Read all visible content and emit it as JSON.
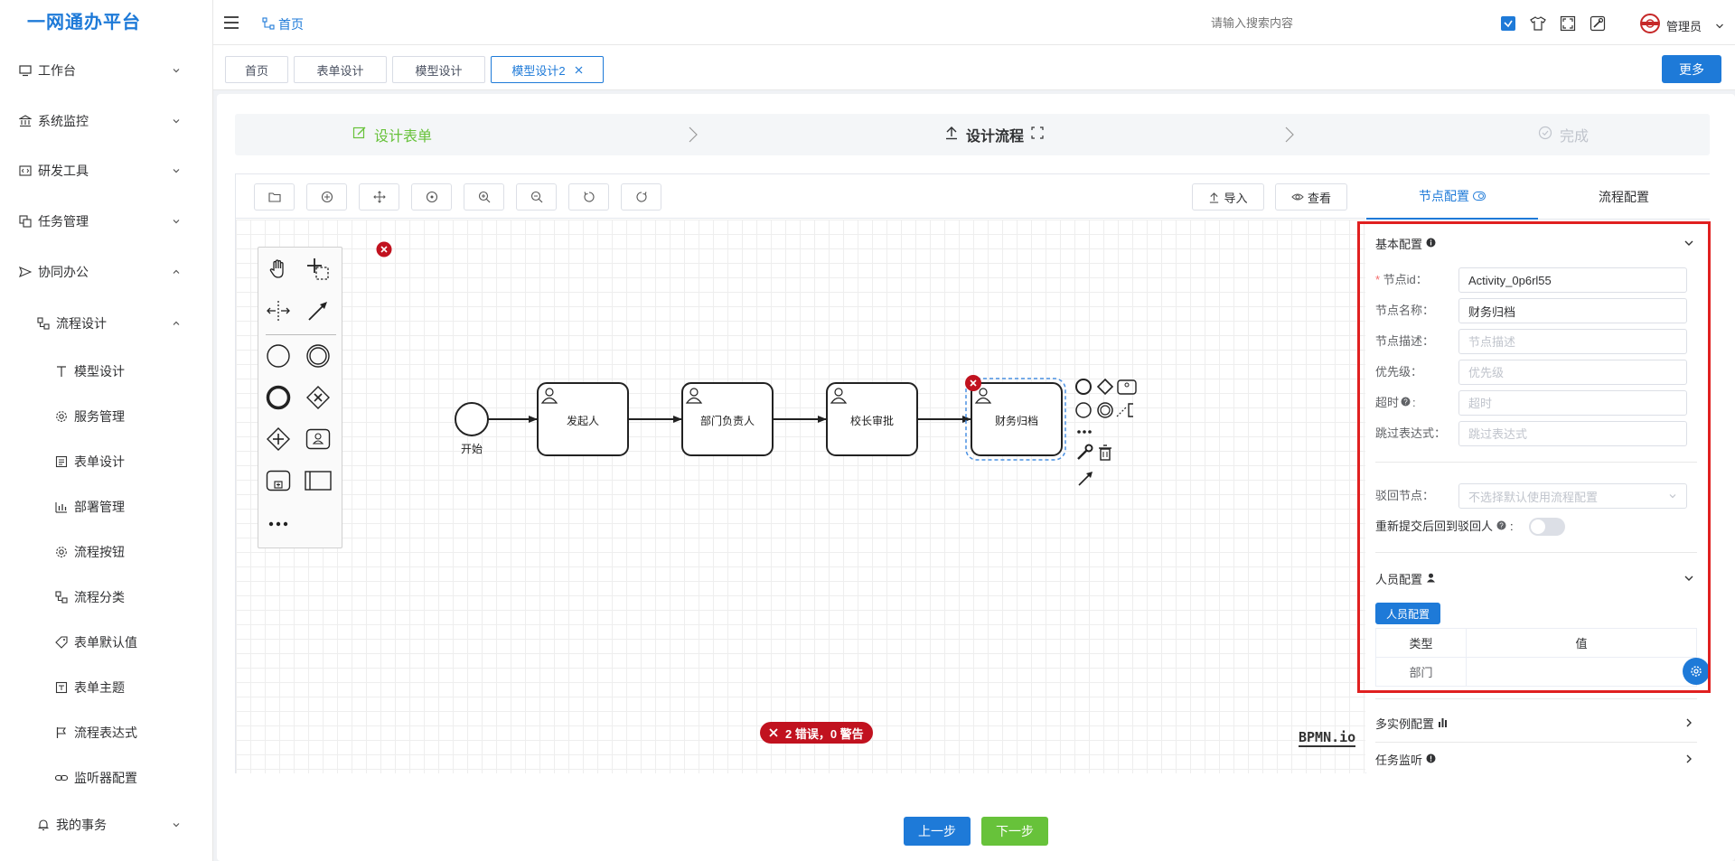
{
  "app": {
    "title": "一网通办平台"
  },
  "header": {
    "breadcrumb": "首页",
    "search_placeholder": "请输入搜索内容",
    "user_name": "管理员"
  },
  "sidebar": {
    "items": [
      {
        "label": "工作台",
        "icon": "monitor-icon"
      },
      {
        "label": "系统监控",
        "icon": "bank-icon"
      },
      {
        "label": "研发工具",
        "icon": "code-icon"
      },
      {
        "label": "任务管理",
        "icon": "copy-icon"
      },
      {
        "label": "协同办公",
        "icon": "send-icon"
      },
      {
        "label": "流程设计",
        "icon": "flow-icon"
      },
      {
        "label": "模型设计",
        "icon": "text-icon"
      },
      {
        "label": "服务管理",
        "icon": "gear-icon"
      },
      {
        "label": "表单设计",
        "icon": "form-icon"
      },
      {
        "label": "部署管理",
        "icon": "bar-chart-icon"
      },
      {
        "label": "流程按钮",
        "icon": "gear-icon"
      },
      {
        "label": "流程分类",
        "icon": "flow-icon"
      },
      {
        "label": "表单默认值",
        "icon": "tag-icon"
      },
      {
        "label": "表单主题",
        "icon": "theme-icon"
      },
      {
        "label": "流程表达式",
        "icon": "flag-icon"
      },
      {
        "label": "监听器配置",
        "icon": "link-icon"
      },
      {
        "label": "我的事务",
        "icon": "bell-icon"
      }
    ]
  },
  "tabs": {
    "items": [
      {
        "label": "首页"
      },
      {
        "label": "表单设计"
      },
      {
        "label": "模型设计"
      },
      {
        "label": "模型设计2"
      }
    ],
    "more_label": "更多"
  },
  "steps": {
    "items": [
      {
        "label": "设计表单"
      },
      {
        "label": "设计流程"
      },
      {
        "label": "完成"
      }
    ]
  },
  "toolbar": {
    "import_label": "导入",
    "view_label": "查看"
  },
  "diagram": {
    "start_label": "开始",
    "tasks": [
      {
        "label": "发起人"
      },
      {
        "label": "部门负责人"
      },
      {
        "label": "校长审批"
      },
      {
        "label": "财务归档"
      }
    ],
    "validation": "2 错误，0 警告",
    "watermark": "BPMN.io"
  },
  "panel": {
    "tab_node": "节点配置",
    "tab_flow": "流程配置",
    "basic_title": "基本配置",
    "fields": {
      "node_id_label": "节点id：",
      "node_id_value": "Activity_0p6rl55",
      "node_name_label": "节点名称：",
      "node_name_value": "财务归档",
      "node_desc_label": "节点描述：",
      "node_desc_placeholder": "节点描述",
      "priority_label": "优先级：",
      "priority_placeholder": "优先级",
      "timeout_label": "超时",
      "timeout_placeholder": "超时",
      "skip_label": "跳过表达式：",
      "skip_placeholder": "跳过表达式",
      "reject_label": "驳回节点：",
      "reject_placeholder": "不选择默认使用流程配置",
      "resubmit_label": "重新提交后回到驳回人"
    },
    "person_title": "人员配置",
    "person_button": "人员配置",
    "person_table": {
      "headers": [
        "类型",
        "值"
      ],
      "rows": [
        [
          "部门",
          ""
        ]
      ]
    },
    "multi_title": "多实例配置",
    "listener_title": "任务监听"
  },
  "footer": {
    "prev_label": "上一步",
    "next_label": "下一步"
  },
  "colors": {
    "primary": "#1e7ad8",
    "success": "#67c23a",
    "error": "#c1121f",
    "highlight": "#e02020"
  }
}
